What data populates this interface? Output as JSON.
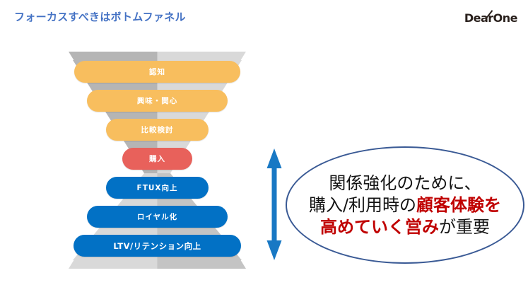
{
  "slide": {
    "title": "フォーカスすべきはボトムファネル",
    "logo": "DearOne"
  },
  "funnel": {
    "stages": [
      {
        "label": "認知",
        "group": "top-funnel"
      },
      {
        "label": "興味・関心",
        "group": "top-funnel"
      },
      {
        "label": "比較検討",
        "group": "top-funnel"
      },
      {
        "label": "購入",
        "group": "purchase"
      },
      {
        "label": "FTUX向上",
        "group": "bottom-funnel"
      },
      {
        "label": "ロイヤル化",
        "group": "bottom-funnel"
      },
      {
        "label": "LTV/リテンション向上",
        "group": "bottom-funnel"
      }
    ],
    "colors": {
      "top_funnel": "#F8BE5E",
      "purchase": "#E8615B",
      "bottom_funnel": "#0271C5",
      "gray_dark": "#B5B5B5",
      "gray_light": "#D9D9D9",
      "gray_mid": "#C4C4C4"
    }
  },
  "arrow": {
    "direction": "vertical-double",
    "color": "#1878C4"
  },
  "callout": {
    "line1": "関係強化のために、",
    "line2_black": "購入/利用時の",
    "line2_red": "顧客体験を",
    "line3_red": "高めていく営み",
    "line3_black": "が重要",
    "red_color": "#C00000",
    "border_color": "#3A5A95"
  }
}
